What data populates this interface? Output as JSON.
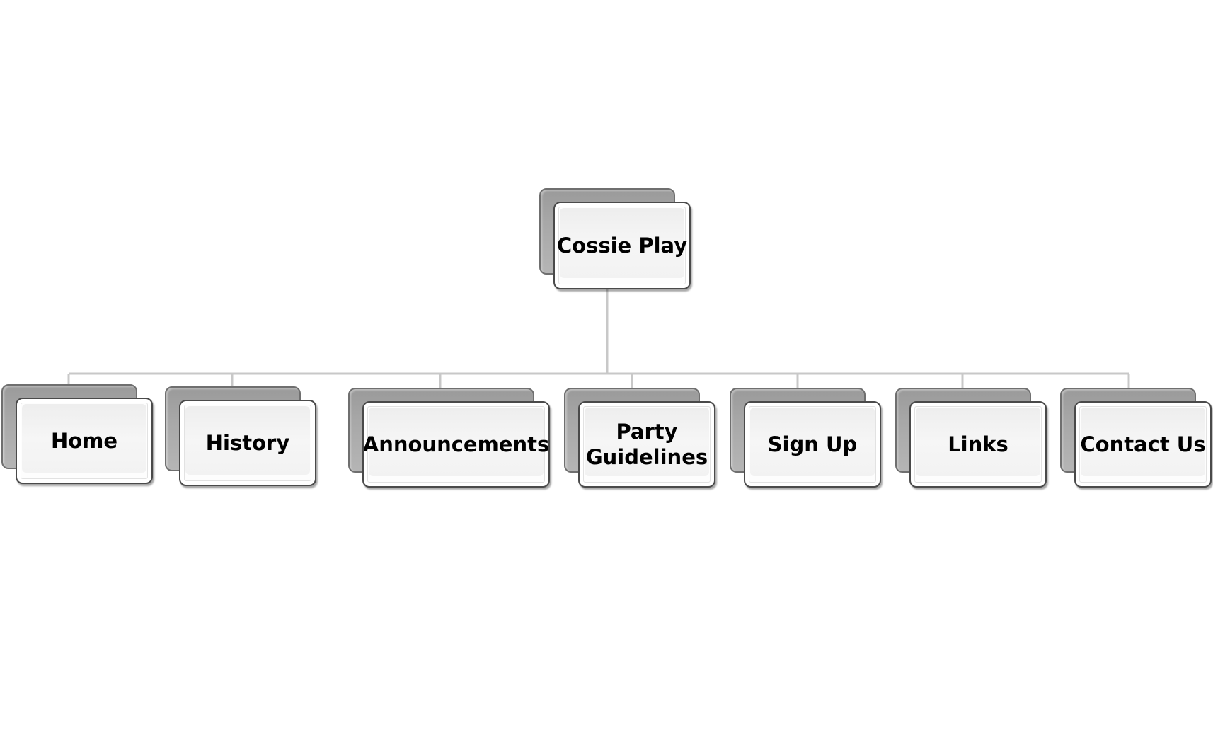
{
  "diagram": {
    "root": {
      "label": "Cossie Play"
    },
    "children": [
      {
        "label": "Home"
      },
      {
        "label": "History"
      },
      {
        "label": "Announcements"
      },
      {
        "label": "Party\nGuidelines"
      },
      {
        "label": "Sign Up"
      },
      {
        "label": "Links"
      },
      {
        "label": "Contact Us"
      }
    ],
    "colors": {
      "connector": "#c8c8c8",
      "card_fill": "#f3f3f3",
      "shadow_card": "#a6a6a6"
    }
  }
}
